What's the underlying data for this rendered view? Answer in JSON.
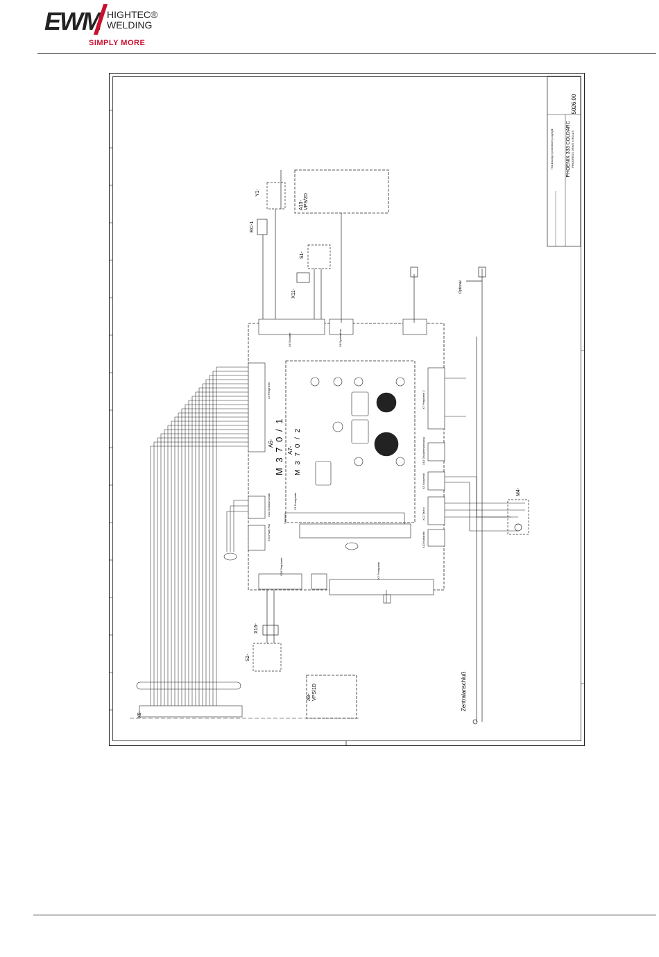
{
  "header": {
    "brand": "EWM",
    "brand_sub": "HIGHTEC® WELDING",
    "tagline": "SIMPLY MORE"
  },
  "schematic": {
    "title_block": {
      "product": "PHOENIX 333 COLDARC",
      "drawing_number": "5026.00",
      "copyright_note": "This drawing is protected by copyright",
      "subtitle": "PROGRESS DRIVE 4 ROLLS"
    },
    "modules": {
      "a6": "A6-",
      "a6_type": "M 3 7 0 / 1",
      "a7": "A7-",
      "a7_type": "M 3 7 0 / 2",
      "a13": "A13-",
      "a13_type": "VPS/2D",
      "a8": "A8-",
      "a8_type": "VPS/1D",
      "rc1": "RC-1",
      "y1": "Y1-",
      "s1": "S1-",
      "x11": "X11-",
      "s2": "S2-",
      "x16": "X16-",
      "x9": "X9-",
      "m4": "M4-",
      "zentralanschluss": "Zentralanschluß",
      "optional": "Optional"
    },
    "connector_labels": {
      "x2": "X2 Frontplatte",
      "x3": "X3 Peripherie",
      "x1": "X1 Frontplatte",
      "x5": "X5 Gasventil",
      "x6": "X6 Schalter",
      "x7": "X7 Peripherie 2",
      "x8": "X8 Systembus",
      "x10": "X10 Gasüberwachung",
      "x12": "X12 Tacho",
      "x13": "X13 Kaltdraht",
      "x21": "X21 Drahtvorschub",
      "x23": "X23 Push Pull",
      "x26": "X26 Peripherie"
    }
  }
}
